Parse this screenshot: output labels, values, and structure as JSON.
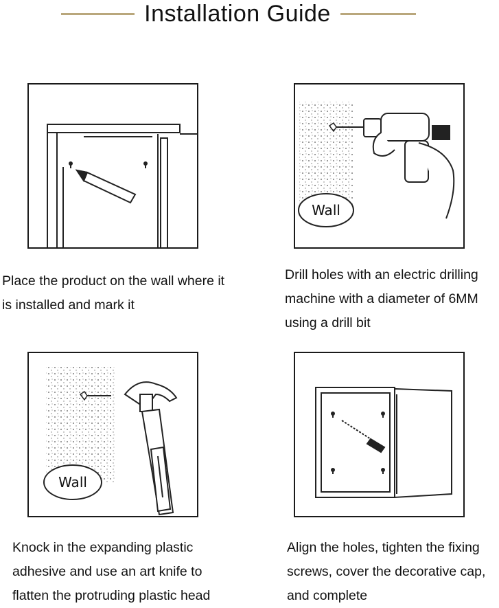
{
  "header": {
    "title": "Installation Guide"
  },
  "steps": [
    {
      "caption": "Place the product on the wall where it\nis installed and mark it"
    },
    {
      "caption": "Drill holes with an electric drilling\nmachine with a diameter of 6MM\nusing a drill bit",
      "wall_label": "Wall"
    },
    {
      "caption": "Knock in the expanding plastic\nadhesive and use an art knife to\nflatten the protruding plastic head",
      "wall_label": "Wall"
    },
    {
      "caption": "Align the holes, tighten the fixing\nscrews, cover the decorative cap,\nand complete"
    }
  ],
  "colors": {
    "accent_rule": "#b9a77c",
    "line": "#1a1a1a"
  },
  "icons": [
    "pencil-icon",
    "electric-drill-icon",
    "hammer-icon",
    "screwdriver-icon"
  ]
}
